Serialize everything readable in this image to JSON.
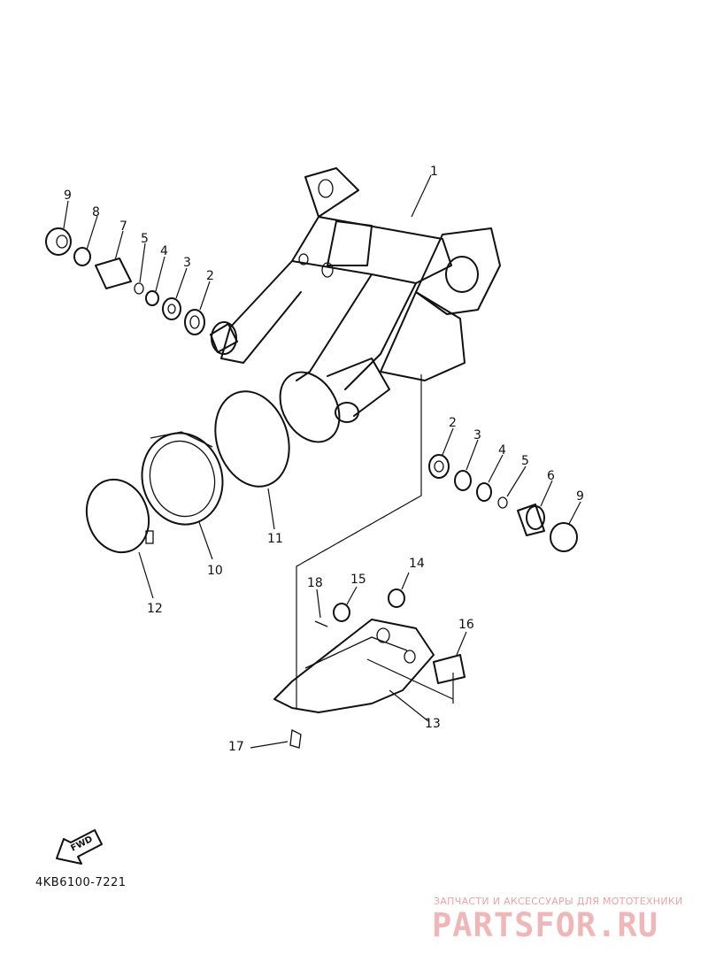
{
  "callouts": [
    {
      "id": "p1",
      "text": "1"
    },
    {
      "id": "p2a",
      "text": "2"
    },
    {
      "id": "p3a",
      "text": "3"
    },
    {
      "id": "p4a",
      "text": "4"
    },
    {
      "id": "p5a",
      "text": "5"
    },
    {
      "id": "p7",
      "text": "7"
    },
    {
      "id": "p8",
      "text": "8"
    },
    {
      "id": "p9a",
      "text": "9"
    },
    {
      "id": "p2b",
      "text": "2"
    },
    {
      "id": "p3b",
      "text": "3"
    },
    {
      "id": "p4b",
      "text": "4"
    },
    {
      "id": "p5b",
      "text": "5"
    },
    {
      "id": "p6",
      "text": "6"
    },
    {
      "id": "p9b",
      "text": "9"
    },
    {
      "id": "p10",
      "text": "10"
    },
    {
      "id": "p11",
      "text": "11"
    },
    {
      "id": "p12",
      "text": "12"
    },
    {
      "id": "p13",
      "text": "13"
    },
    {
      "id": "p14",
      "text": "14"
    },
    {
      "id": "p15",
      "text": "15"
    },
    {
      "id": "p16",
      "text": "16"
    },
    {
      "id": "p17",
      "text": "17"
    },
    {
      "id": "p18",
      "text": "18"
    }
  ],
  "fwd_label": "FWD",
  "diagram_code": "4KB6100-7221",
  "watermark": {
    "tagline": "ЗАПЧАСТИ И АКСЕССУАРЫ ДЛЯ МОТОТЕХНИКИ",
    "logo": "PARTSFOR.RU"
  }
}
